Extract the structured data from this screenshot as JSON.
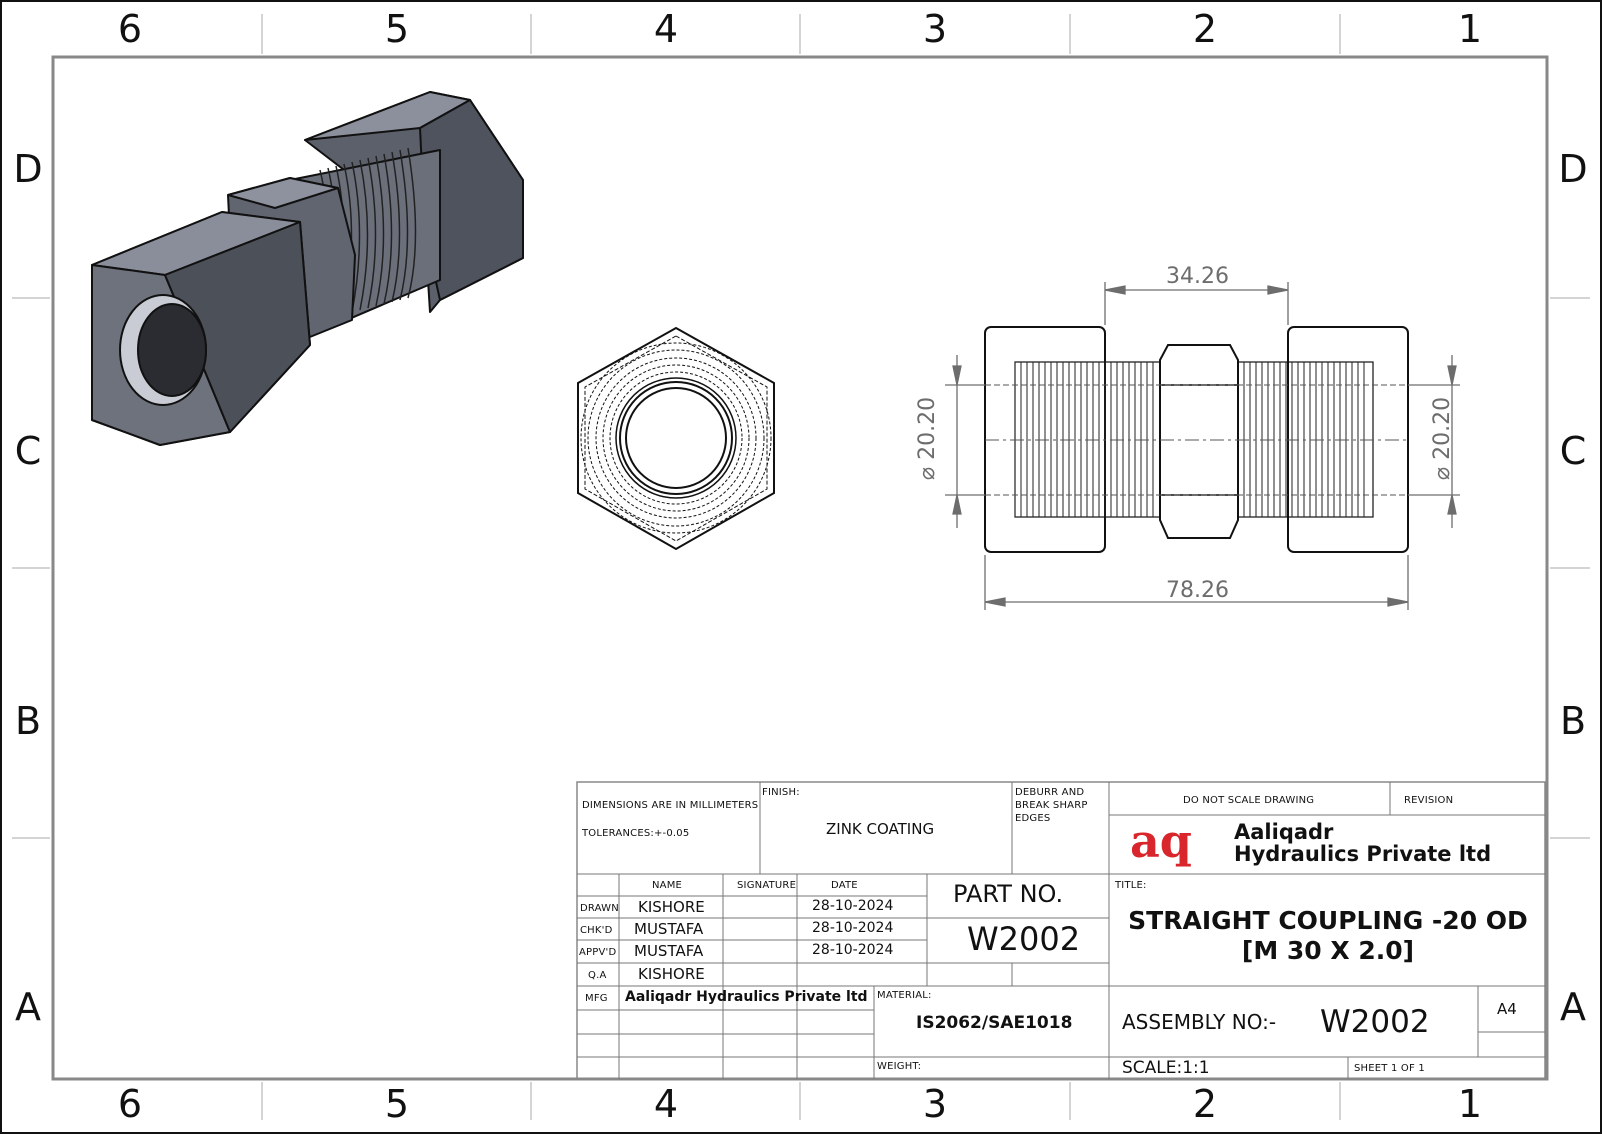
{
  "zones": {
    "columns": [
      "6",
      "5",
      "4",
      "3",
      "2",
      "1"
    ],
    "rows": [
      "D",
      "C",
      "B",
      "A"
    ]
  },
  "dimensions": {
    "top_width": "34.26",
    "overall_length": "78.26",
    "bore_left": "⌀ 20.20",
    "bore_right": "⌀ 20.20"
  },
  "titleblock": {
    "units_note": "DIMENSIONS ARE IN MILLIMETERS",
    "tolerances": "TOLERANCES:+-0.05",
    "finish_label": "FINISH:",
    "finish_value": "ZINK COATING",
    "deburr_note": [
      "DEBURR AND",
      "BREAK SHARP",
      "EDGES"
    ],
    "do_not_scale": "DO NOT SCALE DRAWING",
    "revision_label": "REVISION",
    "company_logo": "aq",
    "company_line1": "Aaliqadr",
    "company_line2": "Hydraulics Private ltd",
    "headers": {
      "name": "NAME",
      "signature": "SIGNATURE",
      "date": "DATE"
    },
    "rows": [
      {
        "role": "DRAWN",
        "name": "KISHORE",
        "date": "28-10-2024"
      },
      {
        "role": "CHK'D",
        "name": "MUSTAFA",
        "date": "28-10-2024"
      },
      {
        "role": "APPV'D",
        "name": "MUSTAFA",
        "date": "28-10-2024"
      },
      {
        "role": "Q.A",
        "name": "KISHORE",
        "date": ""
      }
    ],
    "mfg_label": "MFG",
    "mfg_value": "Aaliqadr Hydraulics Private ltd",
    "part_no_label": "PART NO.",
    "part_no_value": "W2002",
    "title_label": "TITLE:",
    "title_line1": "STRAIGHT COUPLING -20 OD",
    "title_line2": "[M 30 X 2.0]",
    "material_label": "MATERIAL:",
    "material_value": "IS2062/SAE1018",
    "weight_label": "WEIGHT:",
    "assembly_label": "ASSEMBLY NO:-",
    "assembly_value": "W2002",
    "size": "A4",
    "scale": "SCALE:1:1",
    "sheet": "SHEET 1 OF 1"
  },
  "colors": {
    "line": "#111111",
    "dim_line": "#6d6d6d",
    "iso_body": "#6b6f7a",
    "logo_red": "#d8262c"
  }
}
